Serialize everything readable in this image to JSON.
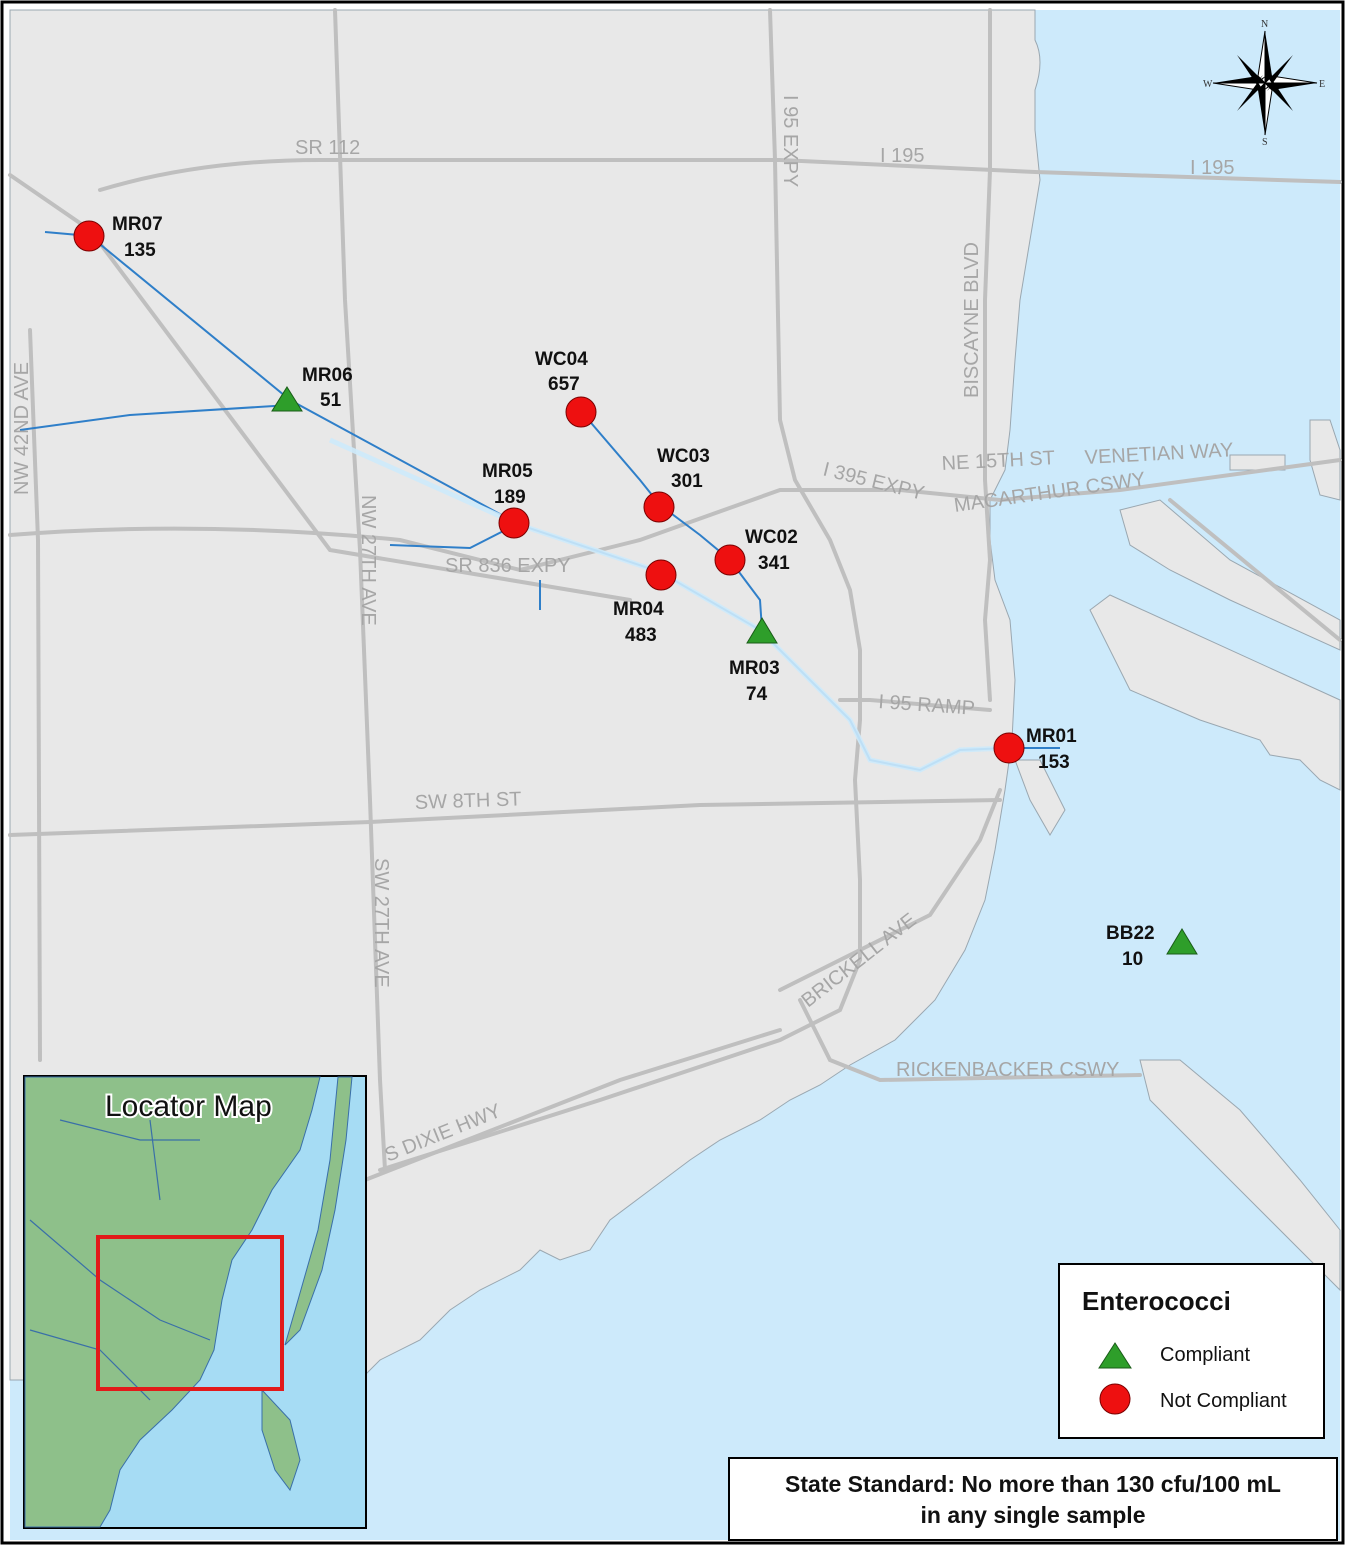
{
  "colors": {
    "land": "#e8e8e8",
    "water": "#cdeafb",
    "road": "#bfbfbf",
    "canal": "#2f7fc9",
    "compliant": "#2e9e2a",
    "not_compliant": "#ee1010",
    "locator_land": "#8ec08a",
    "locator_water": "#a6dcf4",
    "locator_box": "#e21a1a"
  },
  "roads": {
    "sr112": "SR 112",
    "i195_west": "I 195",
    "i195_east": "I 195",
    "i95_expy": "I 95 EXPY",
    "biscayne": "BISCAYNE BLVD",
    "nw42": "NW 42ND AVE",
    "ne15": "NE 15TH ST",
    "venetian": "VENETIAN WAY",
    "i395": "I 395 EXPY",
    "macarthur": "MACARTHUR CSWY",
    "sr836": "SR 836 EXPY",
    "nw27": "NW 27TH AVE",
    "i95ramp": "I 95 RAMP",
    "sw8": "SW 8TH ST",
    "sw27": "SW 27TH AVE",
    "brickell": "BRICKELL AVE",
    "rickenbacker": "RICKENBACKER CSWY",
    "dixie": "S DIXIE HWY"
  },
  "sites": [
    {
      "id": "MR07",
      "value": "135",
      "status": "Not Compliant"
    },
    {
      "id": "MR06",
      "value": "51",
      "status": "Compliant"
    },
    {
      "id": "WC04",
      "value": "657",
      "status": "Not Compliant"
    },
    {
      "id": "MR05",
      "value": "189",
      "status": "Not Compliant"
    },
    {
      "id": "WC03",
      "value": "301",
      "status": "Not Compliant"
    },
    {
      "id": "WC02",
      "value": "341",
      "status": "Not Compliant"
    },
    {
      "id": "MR04",
      "value": "483",
      "status": "Not Compliant"
    },
    {
      "id": "MR03",
      "value": "74",
      "status": "Compliant"
    },
    {
      "id": "MR01",
      "value": "153",
      "status": "Not Compliant"
    },
    {
      "id": "BB22",
      "value": "10",
      "status": "Compliant"
    }
  ],
  "legend": {
    "title": "Enterococci",
    "compliant": "Compliant",
    "not_compliant": "Not Compliant"
  },
  "standard_note": {
    "line1": "State Standard: No more than 130 cfu/100 mL",
    "line2": "in any single sample"
  },
  "locator": {
    "title": "Locator Map"
  },
  "compass": {
    "n": "N",
    "s": "S",
    "e": "E",
    "w": "W",
    "icon": "north-arrow-icon"
  }
}
